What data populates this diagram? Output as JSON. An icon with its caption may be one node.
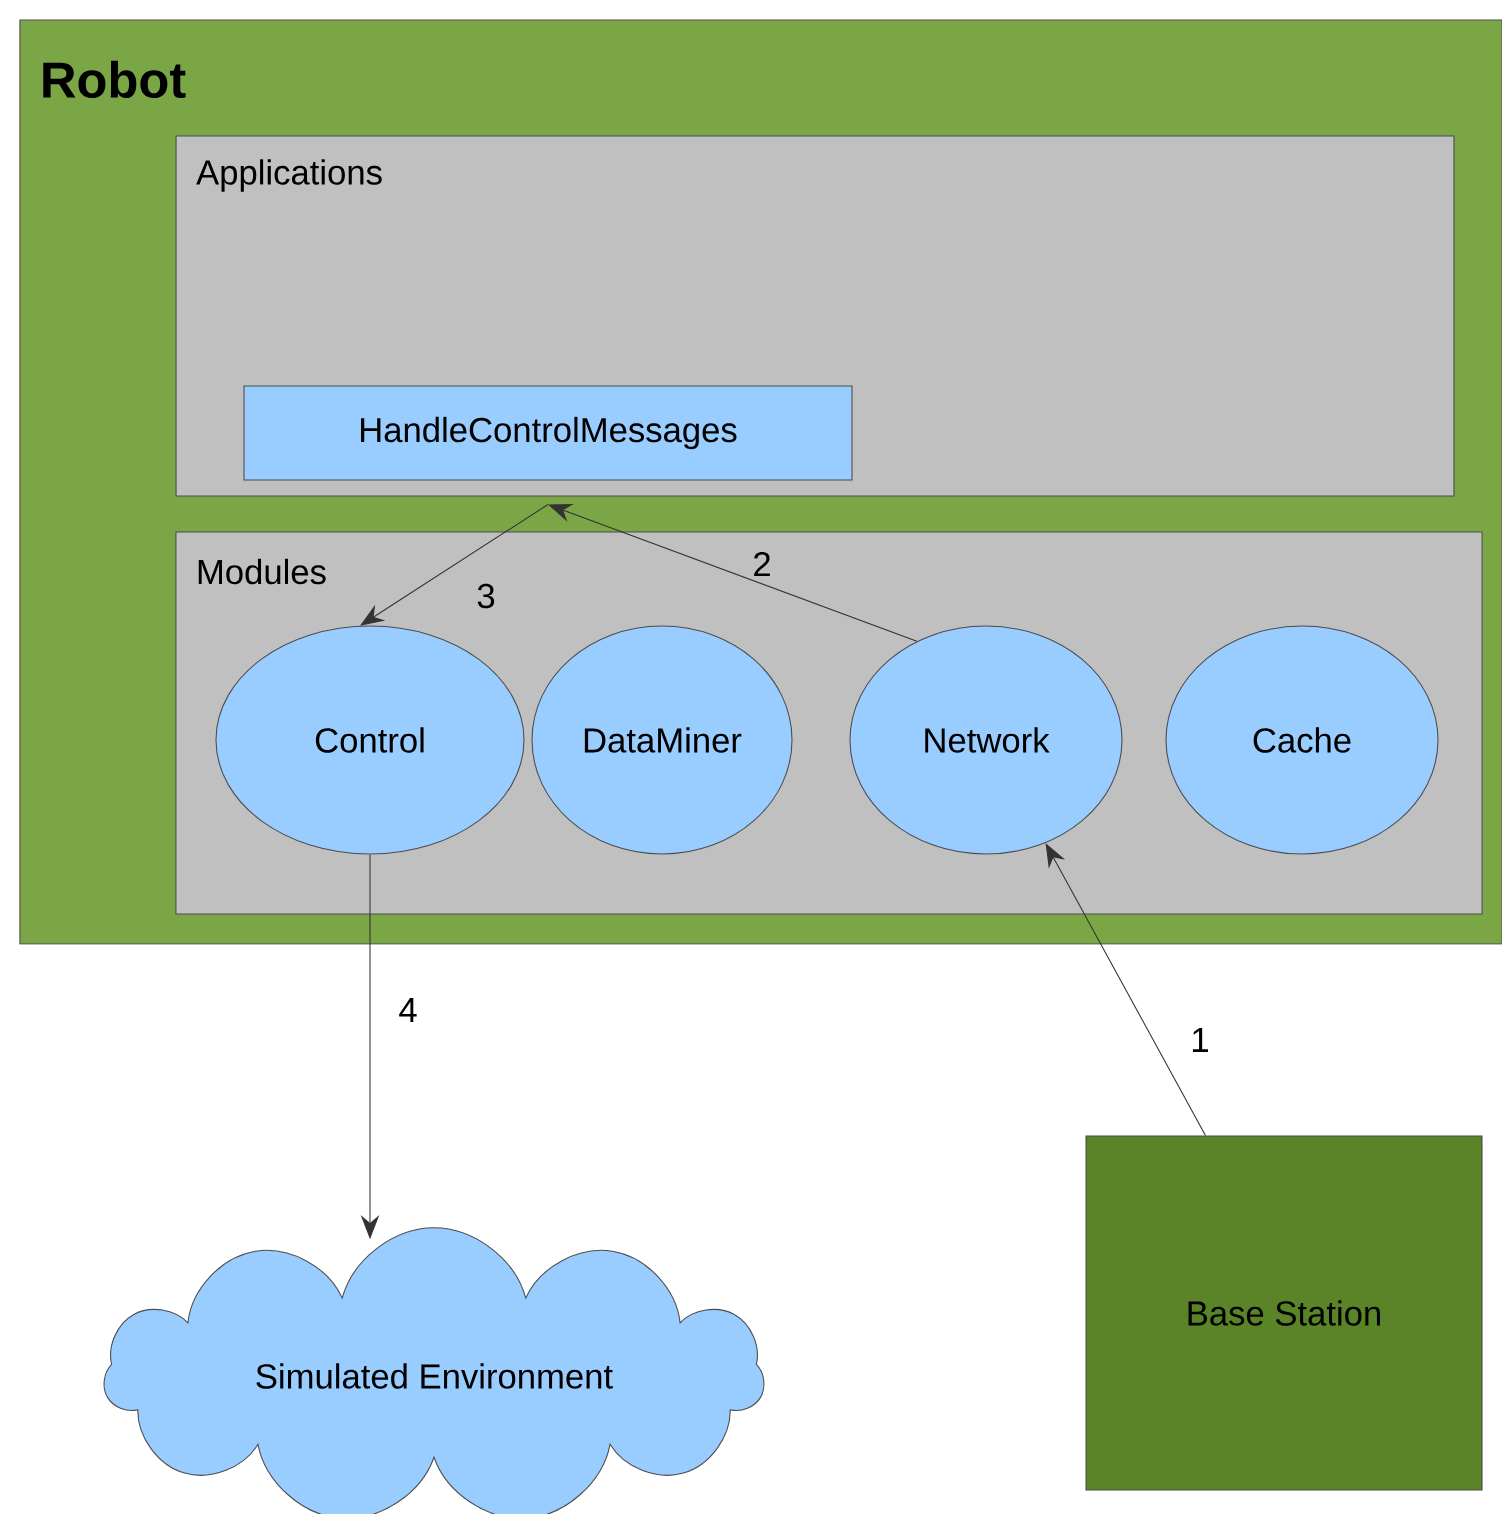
{
  "diagram": {
    "nodes": [
      {
        "text": [
          "Robot"
        ]
      },
      {
        "text": [
          "Applications"
        ],
        "in": 0
      },
      {
        "text": [
          "HandleControlMessages"
        ],
        "in": 1
      },
      {
        "text": [
          "Modules"
        ],
        "in": 0
      },
      {
        "text": [
          "Control"
        ],
        "in": 3
      },
      {
        "text": [
          "DataMiner"
        ],
        "in": 3
      },
      {
        "text": [
          "Network"
        ],
        "in": 3
      },
      {
        "text": [
          "Cache"
        ],
        "in": 3
      },
      {
        "text": [
          "Simulated Environment"
        ]
      },
      {
        "text": [
          "Base Station"
        ]
      }
    ],
    "edges": [
      {
        "from": 9,
        "to": 6,
        "arrow": "to",
        "label": "1"
      },
      {
        "from": 6,
        "to": 2,
        "arrow": "to",
        "label": "2"
      },
      {
        "from": 2,
        "to": 4,
        "arrow": "to",
        "label": "3"
      },
      {
        "from": 4,
        "to": 8,
        "arrow": "to",
        "label": "4"
      }
    ]
  }
}
